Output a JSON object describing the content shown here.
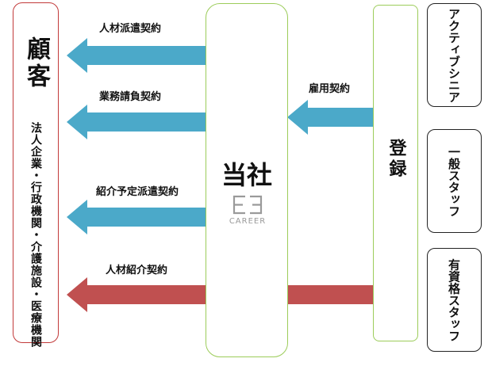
{
  "customer": {
    "title": "顧客",
    "subtitle": "法人企業・行政機関・介護施設・医療機関"
  },
  "company": {
    "title": "当社",
    "logo_text": "CAREER"
  },
  "registration": {
    "title": "登録"
  },
  "arrows": {
    "dispatch": "人材派遣契約",
    "contract": "業務請負契約",
    "temp_to_perm": "紹介予定派遣契約",
    "placement": "人材紹介契約",
    "employment": "雇用契約"
  },
  "staff_types": [
    {
      "label": "アクティブシニア"
    },
    {
      "label": "一般スタッフ"
    },
    {
      "label": "有資格スタッフ"
    }
  ],
  "colors": {
    "blue_arrow": "#4ba9c9",
    "red_arrow": "#c05050",
    "customer_border": "#c23a3a",
    "green_border": "#9ccc5a"
  }
}
